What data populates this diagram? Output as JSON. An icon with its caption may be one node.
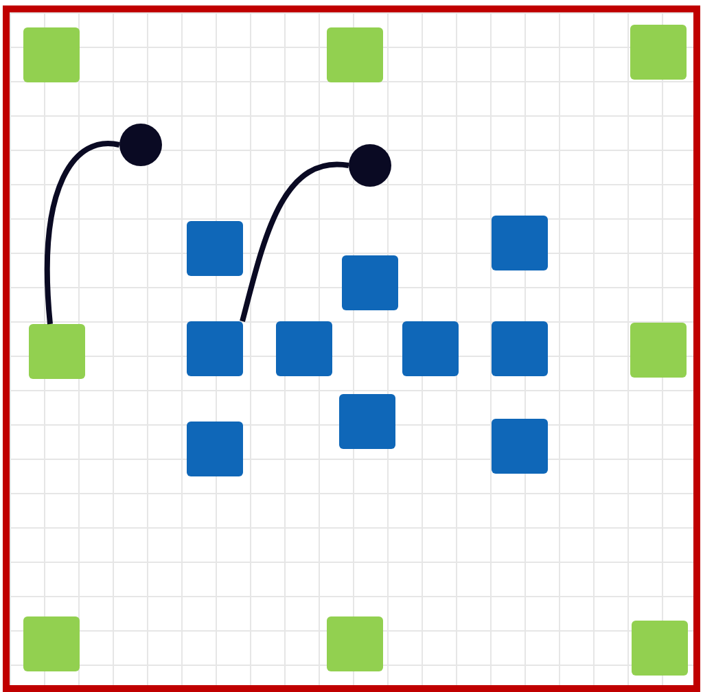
{
  "diagram": {
    "nodes": [
      {
        "text": [],
        "shape": "box"
      },
      {
        "text": [],
        "shape": "box"
      },
      {
        "text": [],
        "shape": "box"
      },
      {
        "text": [],
        "shape": "circle"
      },
      {
        "text": [],
        "shape": "circle"
      },
      {
        "text": [],
        "shape": "box"
      },
      {
        "text": [],
        "shape": "box"
      },
      {
        "text": [],
        "shape": "box"
      },
      {
        "text": [],
        "shape": "box"
      },
      {
        "text": [],
        "shape": "box"
      },
      {
        "text": [],
        "shape": "box"
      },
      {
        "text": [],
        "shape": "box"
      },
      {
        "text": [],
        "shape": "box"
      },
      {
        "text": [],
        "shape": "box"
      },
      {
        "text": [],
        "shape": "box"
      },
      {
        "text": [],
        "shape": "box"
      },
      {
        "text": [],
        "shape": "box"
      },
      {
        "text": [],
        "shape": "box"
      },
      {
        "text": [],
        "shape": "box"
      },
      {
        "text": [],
        "shape": "box"
      }
    ],
    "edges": [
      {
        "from": 3,
        "to": 8,
        "arrow": "none"
      },
      {
        "from": 4,
        "to": 9,
        "arrow": "none"
      }
    ]
  }
}
